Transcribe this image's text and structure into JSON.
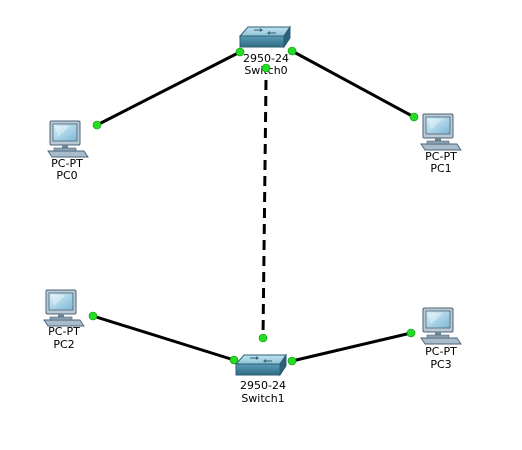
{
  "devices": {
    "switch0": {
      "model": "2950-24",
      "name": "Switch0"
    },
    "switch1": {
      "model": "2950-24",
      "name": "Switch1"
    },
    "pc0": {
      "model": "PC-PT",
      "name": "PC0"
    },
    "pc1": {
      "model": "PC-PT",
      "name": "PC1"
    },
    "pc2": {
      "model": "PC-PT",
      "name": "PC2"
    },
    "pc3": {
      "model": "PC-PT",
      "name": "PC3"
    }
  },
  "links": [
    {
      "from": "switch0",
      "to": "pc0",
      "type": "copper-straight"
    },
    {
      "from": "switch0",
      "to": "pc1",
      "type": "copper-straight"
    },
    {
      "from": "switch0",
      "to": "switch1",
      "type": "copper-crossover"
    },
    {
      "from": "switch1",
      "to": "pc2",
      "type": "copper-straight"
    },
    {
      "from": "switch1",
      "to": "pc3",
      "type": "copper-straight"
    }
  ],
  "colors": {
    "link_line": "#000000",
    "link_up_light": "#22dd22",
    "switch_body": "#4f8fa9",
    "pc_body": "#9ab4c6"
  }
}
